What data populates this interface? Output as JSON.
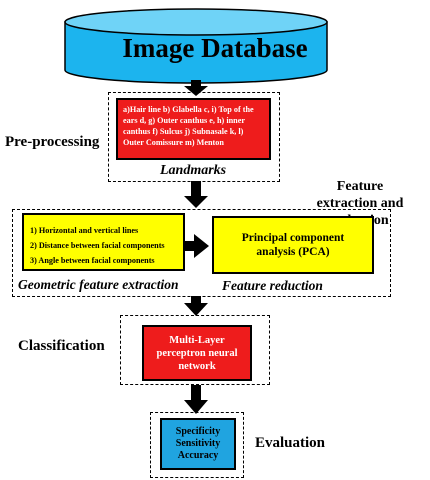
{
  "database": {
    "title": "Image Database"
  },
  "preprocessing": {
    "label": "Pre-processing",
    "landmarks_text": "a)Hair line  b) Glabella c, i) Top of the ears d, g) Outer canthus e, h) inner canthus f) Sulcus  j) Subnasale k, l) Outer Comissure  m) Menton",
    "caption": "Landmarks"
  },
  "feature": {
    "label": "Feature extraction and reduction",
    "geometric_items": [
      "1) Horizontal and vertical lines",
      "2) Distance between facial components",
      "3) Angle between facial components"
    ],
    "geometric_caption": "Geometric feature extraction",
    "pca_text": "Principal  component analysis (PCA)",
    "reduction_caption": "Feature reduction"
  },
  "classification": {
    "label": "Classification",
    "box_text": "Multi-Layer perceptron neural network"
  },
  "evaluation": {
    "label": "Evaluation",
    "items": [
      "Specificity",
      "Sensitivity",
      "Accuracy"
    ]
  },
  "colors": {
    "cylinder": "#1cb4ee",
    "red_box": "#ee1c1c",
    "yellow_box": "#ffff00",
    "blue_box": "#20a4e0",
    "arrow": "#000000"
  }
}
